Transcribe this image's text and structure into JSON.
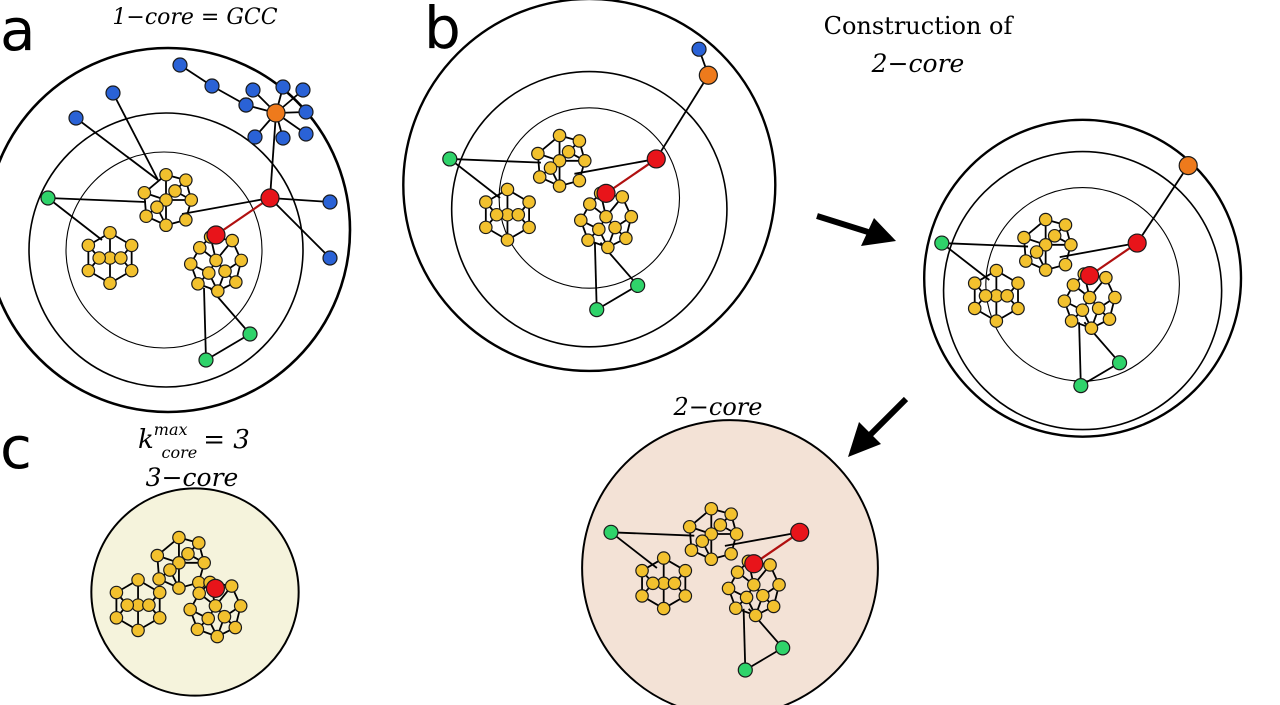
{
  "panels": {
    "a": {
      "letter": "a",
      "label": "1−core = GCC"
    },
    "b": {
      "letter": "b",
      "label_line1": "Construction of",
      "label_line2": "2−core",
      "result_label": "2−core"
    },
    "c": {
      "letter": "c",
      "k_base": "k",
      "k_sub": "core",
      "k_sup": "max",
      "k_eq": "= 3",
      "label": "3−core"
    }
  },
  "colors": {
    "core_node": "#f2c12e",
    "hub_red": "#e8141a",
    "leaf_blue": "#2a62d6",
    "hub_orange": "#ee7a1c",
    "periphery_green": "#2fd36a",
    "two_core_fill": "#f3e2d6",
    "three_core_fill": "#f5f3dc"
  }
}
